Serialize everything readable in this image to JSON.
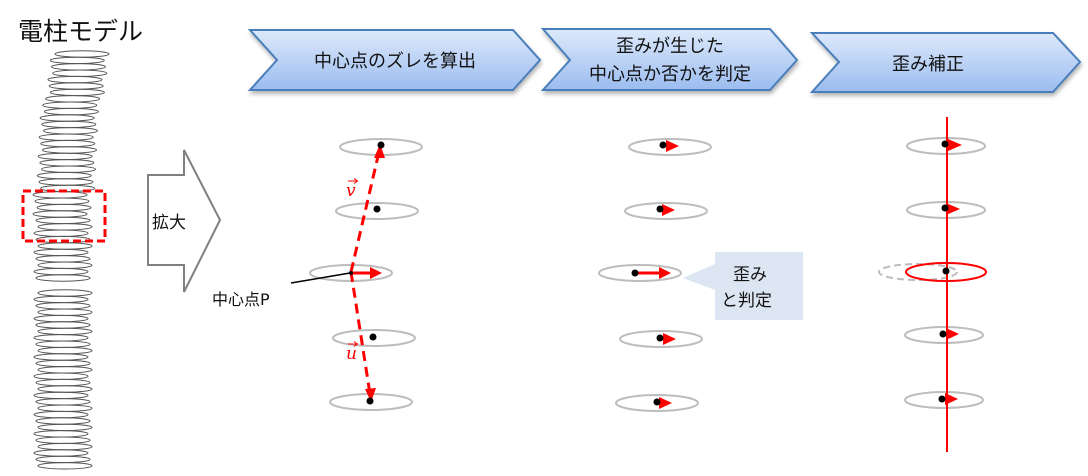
{
  "title": "電柱モデル",
  "zoom_label": "拡大",
  "steps": [
    {
      "label_lines": [
        "中心点のズレを算出"
      ]
    },
    {
      "label_lines": [
        "歪みが生じた",
        "中心点か否かを判定"
      ]
    },
    {
      "label_lines": [
        "歪み補正"
      ]
    }
  ],
  "center_point_label": "中心点P",
  "vector_v": "v",
  "vector_u": "u",
  "callout_lines": [
    "歪み",
    "と判定"
  ],
  "colors": {
    "accent_red": "#ff0000",
    "chevron_top": "#dbe8fb",
    "chevron_bottom": "#9dbdf0",
    "chevron_border": "#4a7ebb",
    "callout_bg": "#dce6f2"
  }
}
